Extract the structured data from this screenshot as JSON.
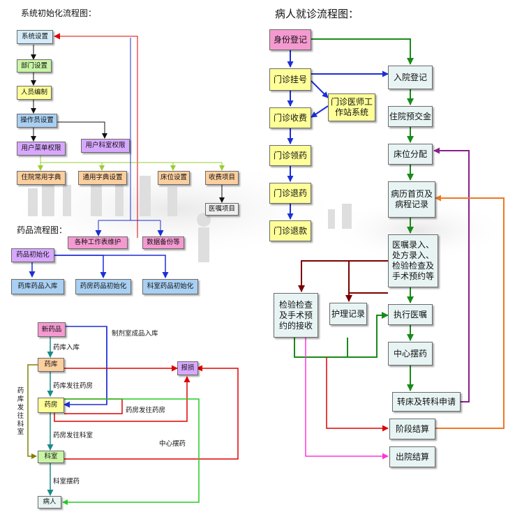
{
  "init": {
    "title": "系统初始化流程图：",
    "system_setup": "系统设置",
    "dept_setup": "部门设置",
    "staffing": "人员编制",
    "operator_setup": "操作员设置",
    "user_menu_perm": "用户菜单权限",
    "user_dept_perm": "用户科室权限",
    "inpatient_dict": "住院常用字典",
    "general_dict": "通用字典设置",
    "bed_setup": "床位设置",
    "fee_items": "收费项目",
    "order_items": "医嘱项目"
  },
  "drug_flow": {
    "title": "药品流程图：",
    "worklist_maint": "各种工作表维护",
    "data_backup": "数据备份等",
    "drug_init": "药品初始化",
    "storage_in": "药库药品入库",
    "pharmacy_init": "药房药品初始化",
    "dept_drug_init": "科室药品初始化"
  },
  "drug_move": {
    "new_drug": "新药品",
    "warehouse": "药库",
    "pharmacy": "药房",
    "department": "科室",
    "patient": "病人",
    "loss": "报损",
    "lbl_prep_room": "制剂室成品入库",
    "lbl_warehouse_in": "药库入库",
    "lbl_to_pharmacy": "药库发往药房",
    "lbl_pharmacy_to_pharmacy": "药房发往药房",
    "lbl_pharmacy_to_dept": "药房发往科室",
    "lbl_central": "中心摆药",
    "lbl_dept_dispense": "科室摆药",
    "lbl_warehouse_to_dept": "药库发往科室"
  },
  "patient_flow": {
    "title": "病人就诊流程图：",
    "registration": "身份登记",
    "outpatient_reg": "门诊挂号",
    "outpatient_fee": "门诊收费",
    "outpatient_get_drug": "门诊领药",
    "outpatient_return_drug": "门诊退药",
    "outpatient_refund": "门诊退款",
    "doctor_station": "门诊医师工作站系统",
    "admission": "入院登记",
    "deposit": "住院预交金",
    "bed_assign": "床位分配",
    "medical_record": "病历首页及病程记录",
    "orders": "医嘱录入、处方录入、检验检查及手术预约等",
    "exam_accept": "检验检查及手术预约的接收",
    "nursing": "护理记录",
    "execute_orders": "执行医嘱",
    "central_dispense": "中心摆药",
    "transfer": "转床及转科申请",
    "stage_settle": "阶段结算",
    "discharge_settle": "出院结算"
  }
}
